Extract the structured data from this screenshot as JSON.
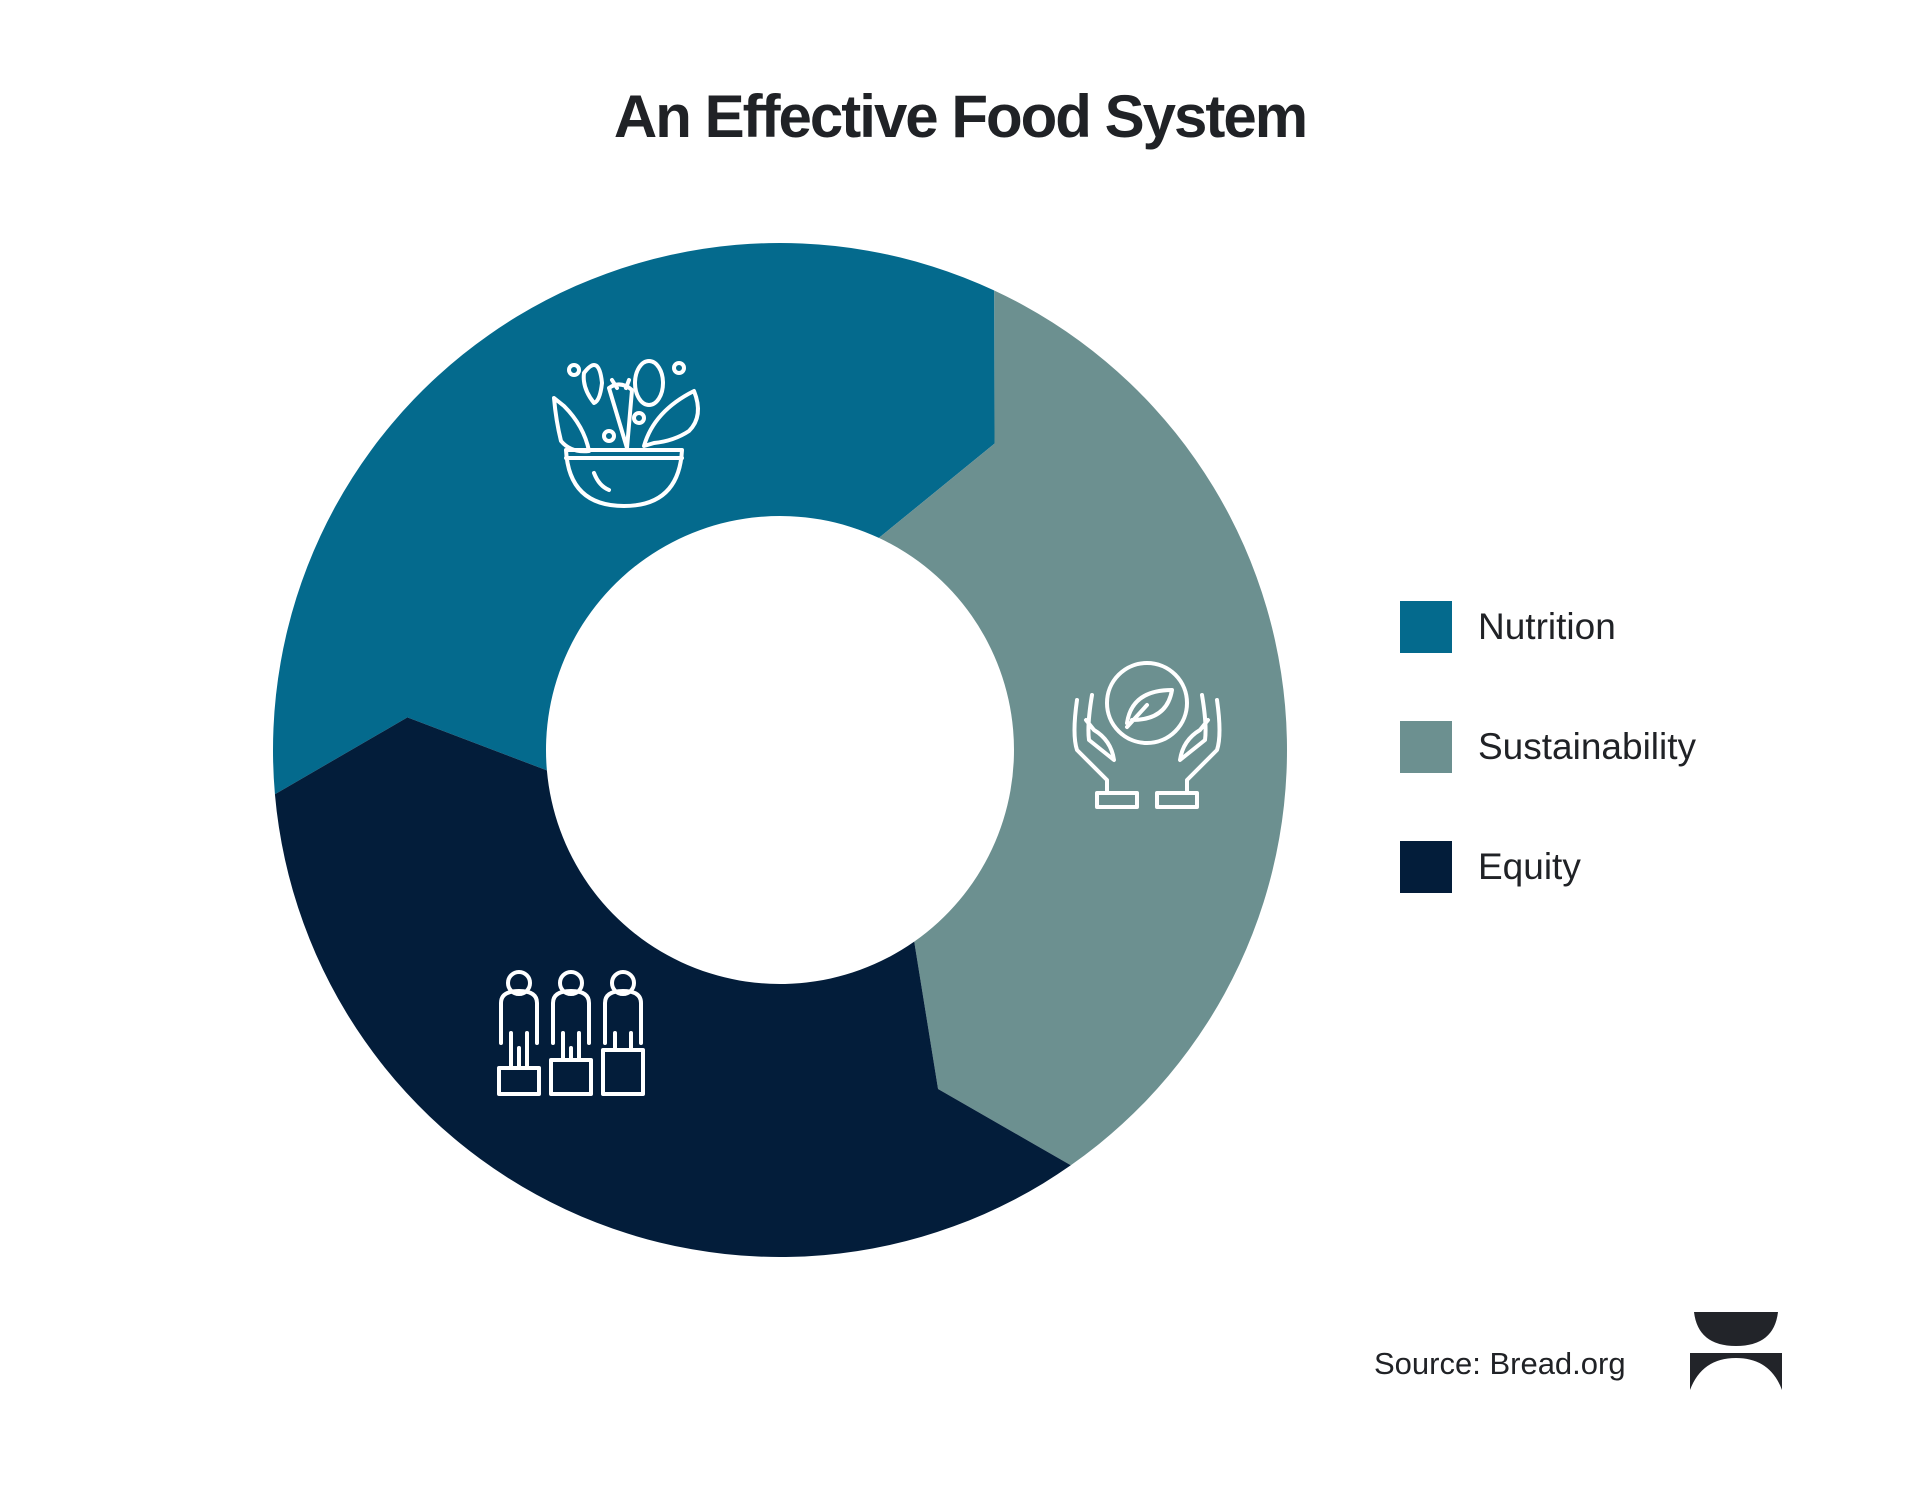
{
  "chart_data": {
    "type": "pie",
    "title": "An Effective Food System",
    "categories": [
      "Nutrition",
      "Sustainability",
      "Equity"
    ],
    "values": [
      1,
      1,
      1
    ],
    "colors": [
      "#046A8D",
      "#6C9090",
      "#031D3A"
    ],
    "icons": [
      "salad-bowl-icon",
      "hands-holding-leaf-icon",
      "people-on-podiums-icon"
    ],
    "donut": true,
    "legend_position": "right"
  },
  "legend": [
    {
      "label": "Nutrition",
      "color": "#046A8D"
    },
    {
      "label": "Sustainability",
      "color": "#6C9090"
    },
    {
      "label": "Equity",
      "color": "#031D3A"
    }
  ],
  "footer": {
    "source": "Source: Bread.org",
    "logo": "Bread for the World logo"
  }
}
